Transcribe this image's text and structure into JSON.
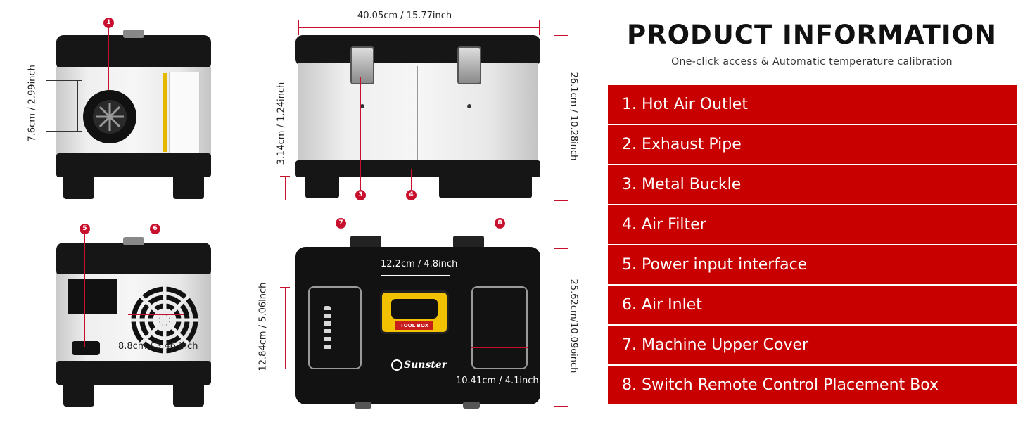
{
  "header": {
    "title": "PRODUCT INFORMATION",
    "subtitle": "One-click access & Automatic temperature calibration"
  },
  "features": [
    "1. Hot Air Outlet",
    "2. Exhaust Pipe",
    "3. Metal Buckle",
    "4. Air Filter",
    "5. Power input interface",
    "6. Air Inlet",
    "7. Machine Upper Cover",
    "8. Switch Remote Control Placement Box"
  ],
  "callouts": [
    "1",
    "3",
    "4",
    "5",
    "6",
    "7",
    "8"
  ],
  "dimensions": {
    "front_top_width": "40.05cm / 15.77inch",
    "front_right_height": "26.1cm / 10.28inch",
    "front_left_height": "3.14cm / 1.24inch",
    "side_outlet": "7.6cm / 2.99inch",
    "back_inlet": "8.8cm / 3.46 inch",
    "top_handle": "12.2cm / 4.8inch",
    "top_left_height": "12.84cm / 5.06inch",
    "top_right_height": "25.62cm/10.09oinch",
    "top_box_width": "10.41cm / 4.1inch"
  },
  "brand": {
    "logo_text": "Sunster",
    "handle_label": "TOOL BOX"
  },
  "colors": {
    "accent_red": "#c80000",
    "callout_red": "#c8102e"
  }
}
